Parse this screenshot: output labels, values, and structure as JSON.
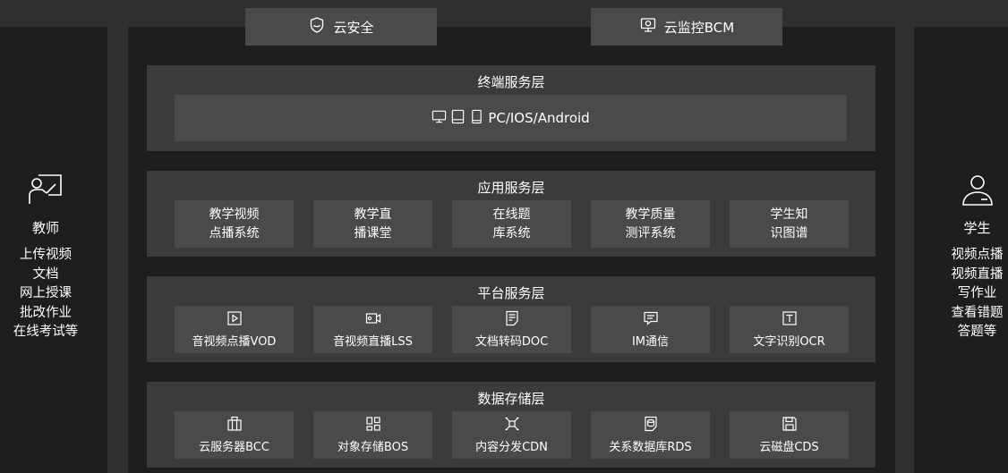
{
  "top": {
    "security": {
      "label": "云安全",
      "icon": "shield-icon"
    },
    "monitor": {
      "label": "云监控BCM",
      "icon": "monitor-icon"
    }
  },
  "teacher": {
    "icon": "teacher-board-icon",
    "title": "教师",
    "duties": [
      "上传视频",
      "文档",
      "网上授课",
      "批改作业",
      "在线考试等"
    ]
  },
  "student": {
    "icon": "user-icon",
    "title": "学生",
    "duties": [
      "视频点播",
      "视频直播",
      "写作业",
      "查看错题",
      "答题等"
    ]
  },
  "layers": {
    "terminal": {
      "title": "终端服务层",
      "platforms": "PC/IOS/Android",
      "icons": [
        "desktop-icon",
        "tablet-icon",
        "phone-icon"
      ]
    },
    "application": {
      "title": "应用服务层",
      "items": [
        {
          "line1": "教学视频",
          "line2": "点播系统"
        },
        {
          "line1": "教学直",
          "line2": "播课堂"
        },
        {
          "line1": "在线题",
          "line2": "库系统"
        },
        {
          "line1": "教学质量",
          "line2": "测评系统"
        },
        {
          "line1": "学生知",
          "line2": "识图谱"
        }
      ]
    },
    "platform": {
      "title": "平台服务层",
      "items": [
        {
          "label": "音视频点播VOD",
          "icon": "play-icon"
        },
        {
          "label": "音视频直播LSS",
          "icon": "video-camera-icon"
        },
        {
          "label": "文档转码DOC",
          "icon": "document-icon"
        },
        {
          "label": "IM通信",
          "icon": "chat-icon"
        },
        {
          "label": "文字识别OCR",
          "icon": "text-recognition-icon"
        }
      ]
    },
    "data": {
      "title": "数据存储层",
      "items": [
        {
          "label": "云服务器BCC",
          "icon": "server-icon"
        },
        {
          "label": "对象存储BOS",
          "icon": "object-storage-icon"
        },
        {
          "label": "内容分发CDN",
          "icon": "cdn-icon"
        },
        {
          "label": "关系数据库RDS",
          "icon": "database-icon"
        },
        {
          "label": "云磁盘CDS",
          "icon": "disk-icon"
        }
      ]
    }
  }
}
